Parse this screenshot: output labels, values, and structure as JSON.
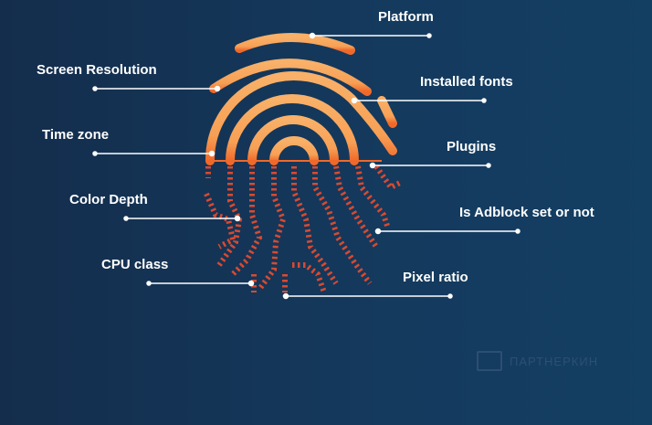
{
  "labels": {
    "platform": "Platform",
    "screen_resolution": "Screen Resolution",
    "installed_fonts": "Installed fonts",
    "time_zone": "Time zone",
    "plugins": "Plugins",
    "color_depth": "Color Depth",
    "adblock": "Is Adblock set or not",
    "cpu_class": "CPU class",
    "pixel_ratio": "Pixel ratio"
  },
  "watermark": "ПАРТНЕРКИН",
  "colors": {
    "arc_light": "#f9b068",
    "arc_dark": "#f0692a",
    "dots": "#d94a30",
    "line": "#ffffff"
  }
}
